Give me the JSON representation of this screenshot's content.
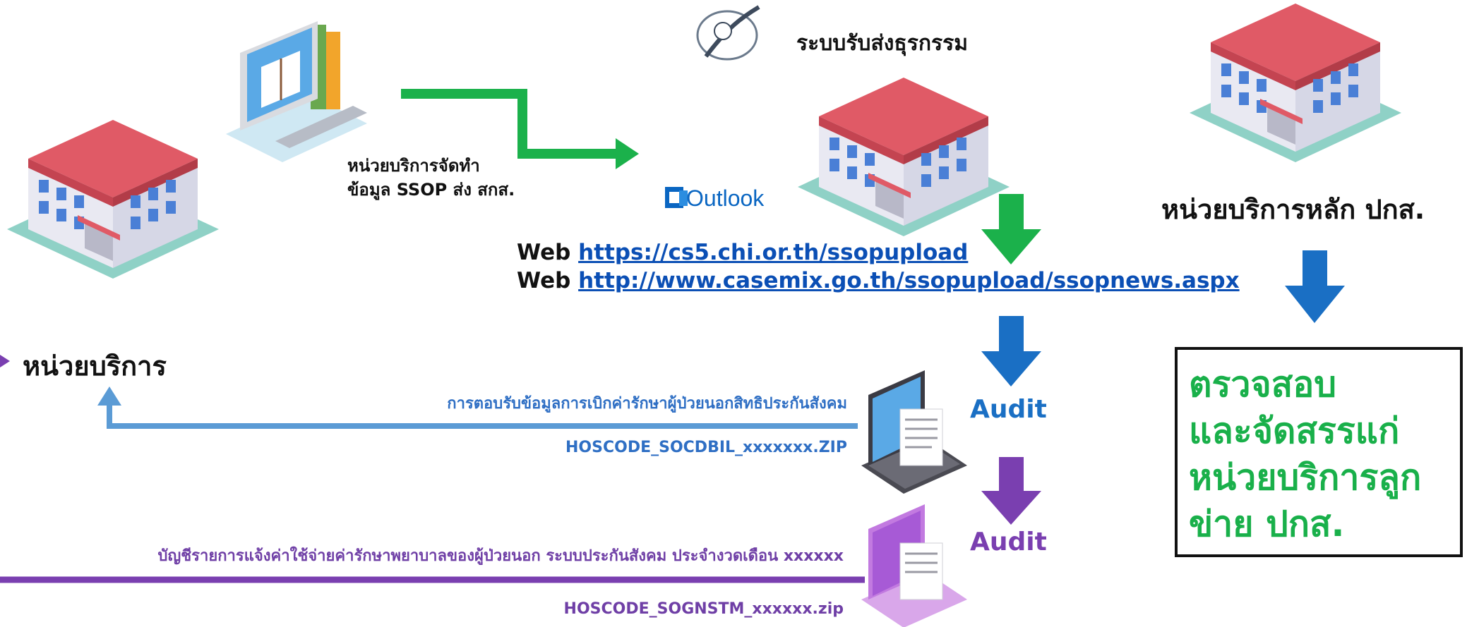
{
  "labels": {
    "main_hospital": "หน่วยบริการหลัก ปกส.",
    "service_unit": "หน่วยบริการ",
    "prep_line1": "หน่วยบริการจัดทำ",
    "prep_line2": "ข้อมูล SSOP ส่ง สกส.",
    "system_name": "ระบบรับส่งธุรกรรม",
    "outlook": "Outlook",
    "web_prefix_1": "Web",
    "web_url_1": "https://cs5.chi.or.th/ssopupload",
    "web_prefix_2": "Web",
    "web_url_2": "http://www.casemix.go.th/ssopupload/ssopnews.aspx",
    "response_text": "การตอบรับข้อมูลการเบิกค่ารักษาผู้ป่วยนอกสิทธิประกันสังคม",
    "response_file": "HOSCODE_SOCDBIL_xxxxxxx.ZIP",
    "statement_text": "บัญชีรายการแจ้งค่าใช้จ่ายค่ารักษาพยาบาลของผู้ป่วยนอก  ระบบประกันสังคม ประจำงวดเดือน xxxxxx",
    "statement_file": "HOSCODE_SOGNSTM_xxxxxx.zip",
    "audit_1": "Audit",
    "audit_2": "Audit"
  },
  "check_box": {
    "line1": "ตรวจสอบ",
    "line2": "และจัดสรรแก่",
    "line3": "หน่วยบริการลูก",
    "line4": "ข่าย ปกส."
  },
  "icons": [
    "hospital-icon",
    "computer-books-icon",
    "chi-logo-icon",
    "outlook-logo-icon",
    "laptop-document-icon"
  ],
  "colors": {
    "green_arrow": "#1bb14b",
    "blue_arrow": "#1a6fc4",
    "purple_arrow": "#7a3fb0",
    "light_blue_line": "#5b9bd5",
    "box_text": "#19b04a"
  }
}
